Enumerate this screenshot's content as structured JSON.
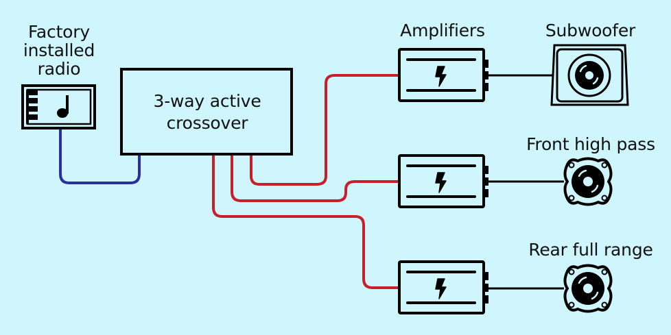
{
  "labels": {
    "radio": [
      "Factory",
      "installed",
      "radio"
    ],
    "crossover": [
      "3-way active",
      "crossover"
    ],
    "amplifiers": "Amplifiers",
    "subwoofer": "Subwoofer",
    "front": "Front high pass",
    "rear": "Rear full range"
  },
  "colors": {
    "background": "#cff6fd",
    "line": "#000000",
    "radio_wire": "#2b2f9a",
    "amp_wire": "#c8202a"
  },
  "icons": {
    "radio": "music-note-icon",
    "amplifier": "lightning-bolt-icon",
    "subwoofer": "subwoofer-icon",
    "speaker": "speaker-icon"
  }
}
